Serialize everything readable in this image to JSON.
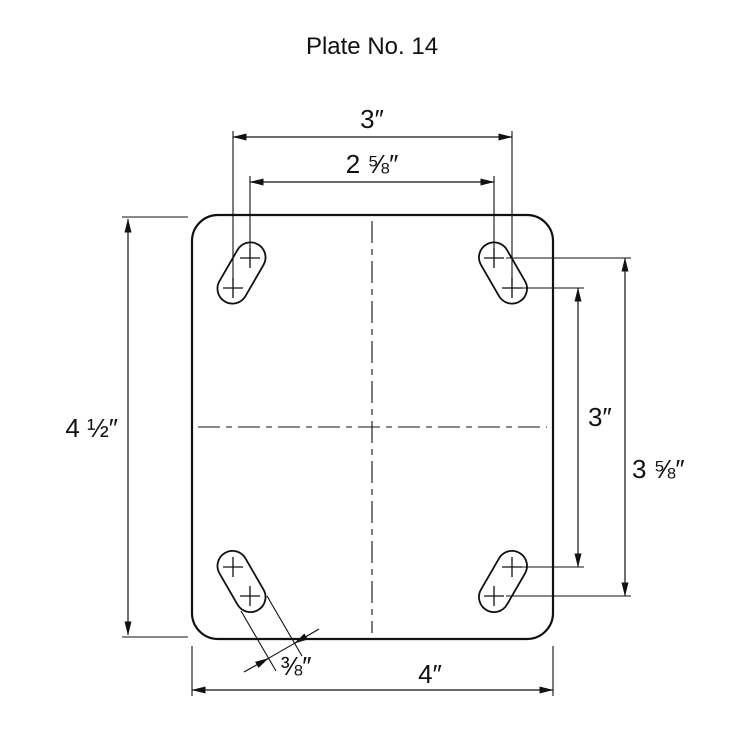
{
  "title": "Plate No. 14",
  "drawing": {
    "ink_color": "#111111",
    "background_color": "#ffffff"
  },
  "dimensions": {
    "top_bolt_spacing_wide": "3″",
    "top_bolt_spacing_narrow": "2 ⅝″",
    "plate_height": "4 ½″",
    "side_bolt_spacing_narrow": "3″",
    "side_bolt_spacing_wide": "3 ⅝″",
    "slot_width": "⅜″",
    "plate_width": "4″"
  }
}
